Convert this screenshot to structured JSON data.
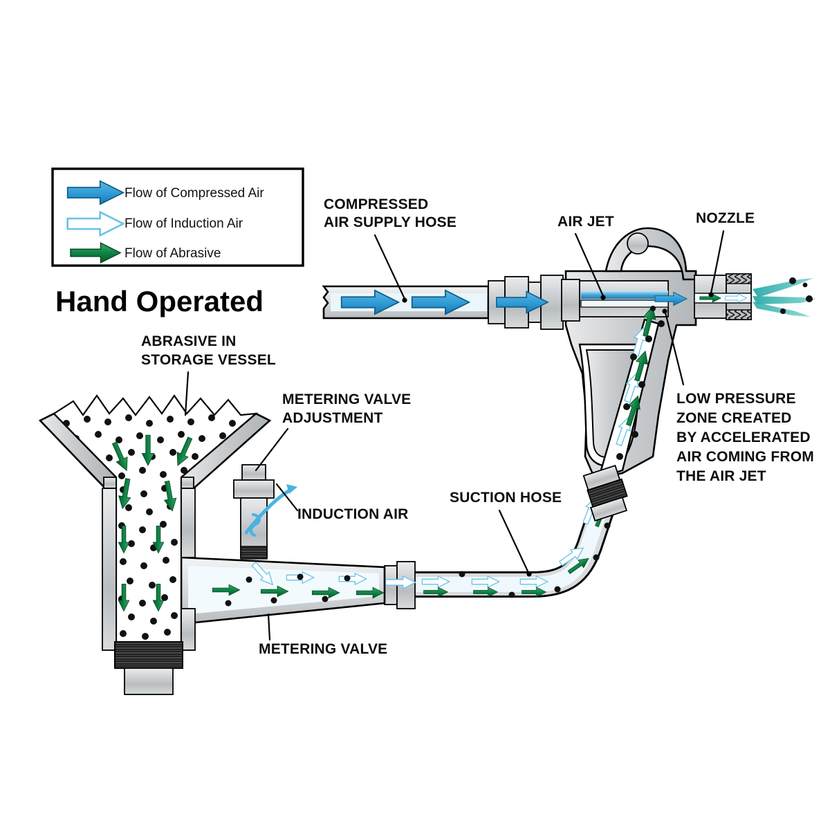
{
  "title": "Hand Operated",
  "legend": {
    "items": [
      {
        "label": "Flow of Compressed Air",
        "icon": "solid-blue-arrow-icon",
        "color": "#2e9bd6"
      },
      {
        "label": "Flow of Induction Air",
        "icon": "outline-blue-arrow-icon",
        "color": "#9fd8f2"
      },
      {
        "label": "Flow of Abrasive",
        "icon": "solid-green-arrow-icon",
        "color": "#0a7a3c"
      }
    ]
  },
  "labels": {
    "compressed_air_supply_hose": [
      "COMPRESSED",
      "AIR SUPPLY HOSE"
    ],
    "air_jet": [
      "AIR JET"
    ],
    "nozzle": [
      "NOZZLE"
    ],
    "low_pressure_zone": [
      "LOW PRESSURE",
      "ZONE CREATED",
      "BY ACCELERATED",
      "AIR COMING FROM",
      "THE AIR JET"
    ],
    "abrasive_in_storage_vessel": [
      "ABRASIVE IN",
      "STORAGE VESSEL"
    ],
    "metering_valve_adjustment": [
      "METERING VALVE",
      "ADJUSTMENT"
    ],
    "induction_air": [
      "INDUCTION AIR"
    ],
    "suction_hose": [
      "SUCTION HOSE"
    ],
    "metering_valve": [
      "METERING VALVE"
    ]
  },
  "colors": {
    "compressed_air": "#2e9bd6",
    "compressed_air_dark": "#1b7fb8",
    "induction_air_fill": "#ffffff",
    "induction_air_stroke": "#6cc3e8",
    "abrasive": "#0a7a3c",
    "abrasive_light": "#2f9e5c",
    "metal_fill": "#c9ccce",
    "metal_light": "#e2e4e5",
    "metal_dark": "#9aa0a3",
    "spray": "#2fb3ae",
    "outline": "#000000",
    "hose_tint": "#eaf6fb",
    "background": "#ffffff"
  }
}
